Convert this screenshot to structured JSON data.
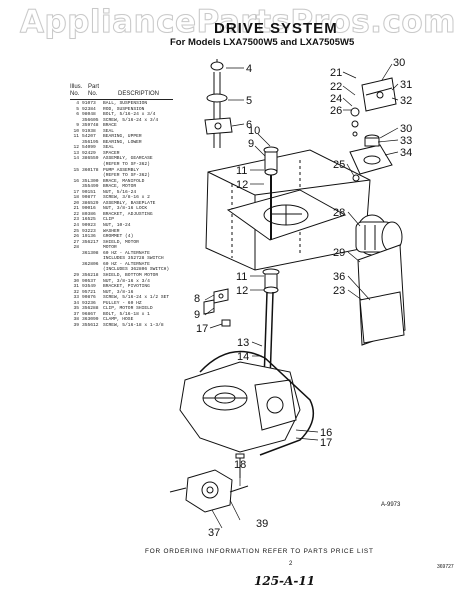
{
  "watermark": "AppliancePartsPros.com",
  "title": "DRIVE SYSTEM",
  "subtitle": "For Models LXA7500W5 and LXA7505W5",
  "parts_list": {
    "header_illus": "Illus.",
    "header_no": "No.",
    "header_part": "Part",
    "header_part_no": "No.",
    "header_desc": "DESCRIPTION",
    "rows": [
      {
        "illus": "4",
        "part": "91073",
        "desc": "BALL, SUSPENSION"
      },
      {
        "illus": "5",
        "part": "92384",
        "desc": "ROD, SUSPENSION"
      },
      {
        "illus": "6",
        "part": "98048",
        "desc": "BOLT, 5/16-24 x 3/4"
      },
      {
        "illus": "",
        "part": "356605",
        "desc": "SCREW, 5/16-24 x 3/4"
      },
      {
        "illus": "9",
        "part": "359748",
        "desc": "BRACE"
      },
      {
        "illus": "10",
        "part": "91938",
        "desc": "SEAL"
      },
      {
        "illus": "11",
        "part": "54207",
        "desc": "BEARING, UPPER"
      },
      {
        "illus": "",
        "part": "356195",
        "desc": "BEARING, LOWER"
      },
      {
        "illus": "12",
        "part": "54099",
        "desc": "SEAL"
      },
      {
        "illus": "13",
        "part": "92429",
        "desc": "SPACER"
      },
      {
        "illus": "14",
        "part": "386559",
        "desc": "ASSEMBLY, GEARCASE"
      },
      {
        "illus": "",
        "part": "",
        "desc": "(REFER TO SF-362)"
      },
      {
        "illus": "15",
        "part": "360178",
        "desc": "PUMP ASSEMBLY"
      },
      {
        "illus": "",
        "part": "",
        "desc": "(REFER TO SF-362)"
      },
      {
        "illus": "16",
        "part": "35L300",
        "desc": "BRACE, MANIFOLD"
      },
      {
        "illus": "",
        "part": "355499",
        "desc": "BRACE, MOTOR"
      },
      {
        "illus": "17",
        "part": "90151",
        "desc": "NUT, 5/16-24"
      },
      {
        "illus": "18",
        "part": "90877",
        "desc": "SCREW, 3/8-16 x 2"
      },
      {
        "illus": "20",
        "part": "386529",
        "desc": "ASSEMBLY, BASEPLATE"
      },
      {
        "illus": "21",
        "part": "90016",
        "desc": "NUT, 3/8-16 LOCK"
      },
      {
        "illus": "22",
        "part": "80386",
        "desc": "BRACKET, ADJUSTING"
      },
      {
        "illus": "23",
        "part": "16525",
        "desc": "CLIP"
      },
      {
        "illus": "24",
        "part": "90923",
        "desc": "NUT, 10-24"
      },
      {
        "illus": "25",
        "part": "93223",
        "desc": "WASHER"
      },
      {
        "illus": "26",
        "part": "19136",
        "desc": "GROMMET (4)"
      },
      {
        "illus": "27",
        "part": "356217",
        "desc": "SHIELD, MOTOR"
      },
      {
        "illus": "28",
        "part": "",
        "desc": "MOTOR"
      },
      {
        "illus": "",
        "part": "361308",
        "desc": "60 HZ - ALTERNATE"
      },
      {
        "illus": "",
        "part": "",
        "desc": "INCLUDES 352728 SWITCH"
      },
      {
        "illus": "",
        "part": "362806",
        "desc": "60 HZ - ALTERNATE"
      },
      {
        "illus": "",
        "part": "",
        "desc": "(INCLUDES 362806 SWITCH)"
      },
      {
        "illus": "29",
        "part": "356218",
        "desc": "SHIELD, BOTTOM MOTOR"
      },
      {
        "illus": "30",
        "part": "90537",
        "desc": "NUT, 3/8-16 x 3/4"
      },
      {
        "illus": "31",
        "part": "93549",
        "desc": "BRACKET, PIVOTING"
      },
      {
        "illus": "32",
        "part": "95721",
        "desc": "NUT, 3/8-16"
      },
      {
        "illus": "33",
        "part": "90876",
        "desc": "SCREW, 5/16-24 x 1/2 SET"
      },
      {
        "illus": "34",
        "part": "93236",
        "desc": "PULLEY - 60 HZ"
      },
      {
        "illus": "35",
        "part": "356288",
        "desc": "CLIP, MOTOR SHIELD"
      },
      {
        "illus": "37",
        "part": "96867",
        "desc": "BOLT, 5/16-18 x 1"
      },
      {
        "illus": "38",
        "part": "363099",
        "desc": "CLAMP, HOSE"
      },
      {
        "illus": "39",
        "part": "355612",
        "desc": "SCREW, 5/16-18 x 1-3/8"
      }
    ]
  },
  "callouts": {
    "n4": "4",
    "n5": "5",
    "n6": "6",
    "n10": "10",
    "n9a": "9",
    "n11a": "11",
    "n12a": "12",
    "n11b": "11",
    "n12b": "12",
    "n8": "8",
    "n9b": "9",
    "n17": "17",
    "n13": "13",
    "n14": "14",
    "n18": "18",
    "n16": "16",
    "n17b": "17",
    "n37": "37",
    "n39": "39",
    "n21": "21",
    "n22": "22",
    "n24": "24",
    "n26": "26",
    "n30a": "30",
    "n31": "31",
    "n32": "32",
    "n30b": "30",
    "n33": "33",
    "n34": "34",
    "n25": "25",
    "n28": "28",
    "n29": "29",
    "n36": "36",
    "n23": "23"
  },
  "figure_id": "A-9973",
  "footer": "FOR ORDERING INFORMATION REFER TO PARTS PRICE LIST",
  "page_number": "2",
  "doc_number": "369727",
  "handwritten_note": "125-A-11"
}
